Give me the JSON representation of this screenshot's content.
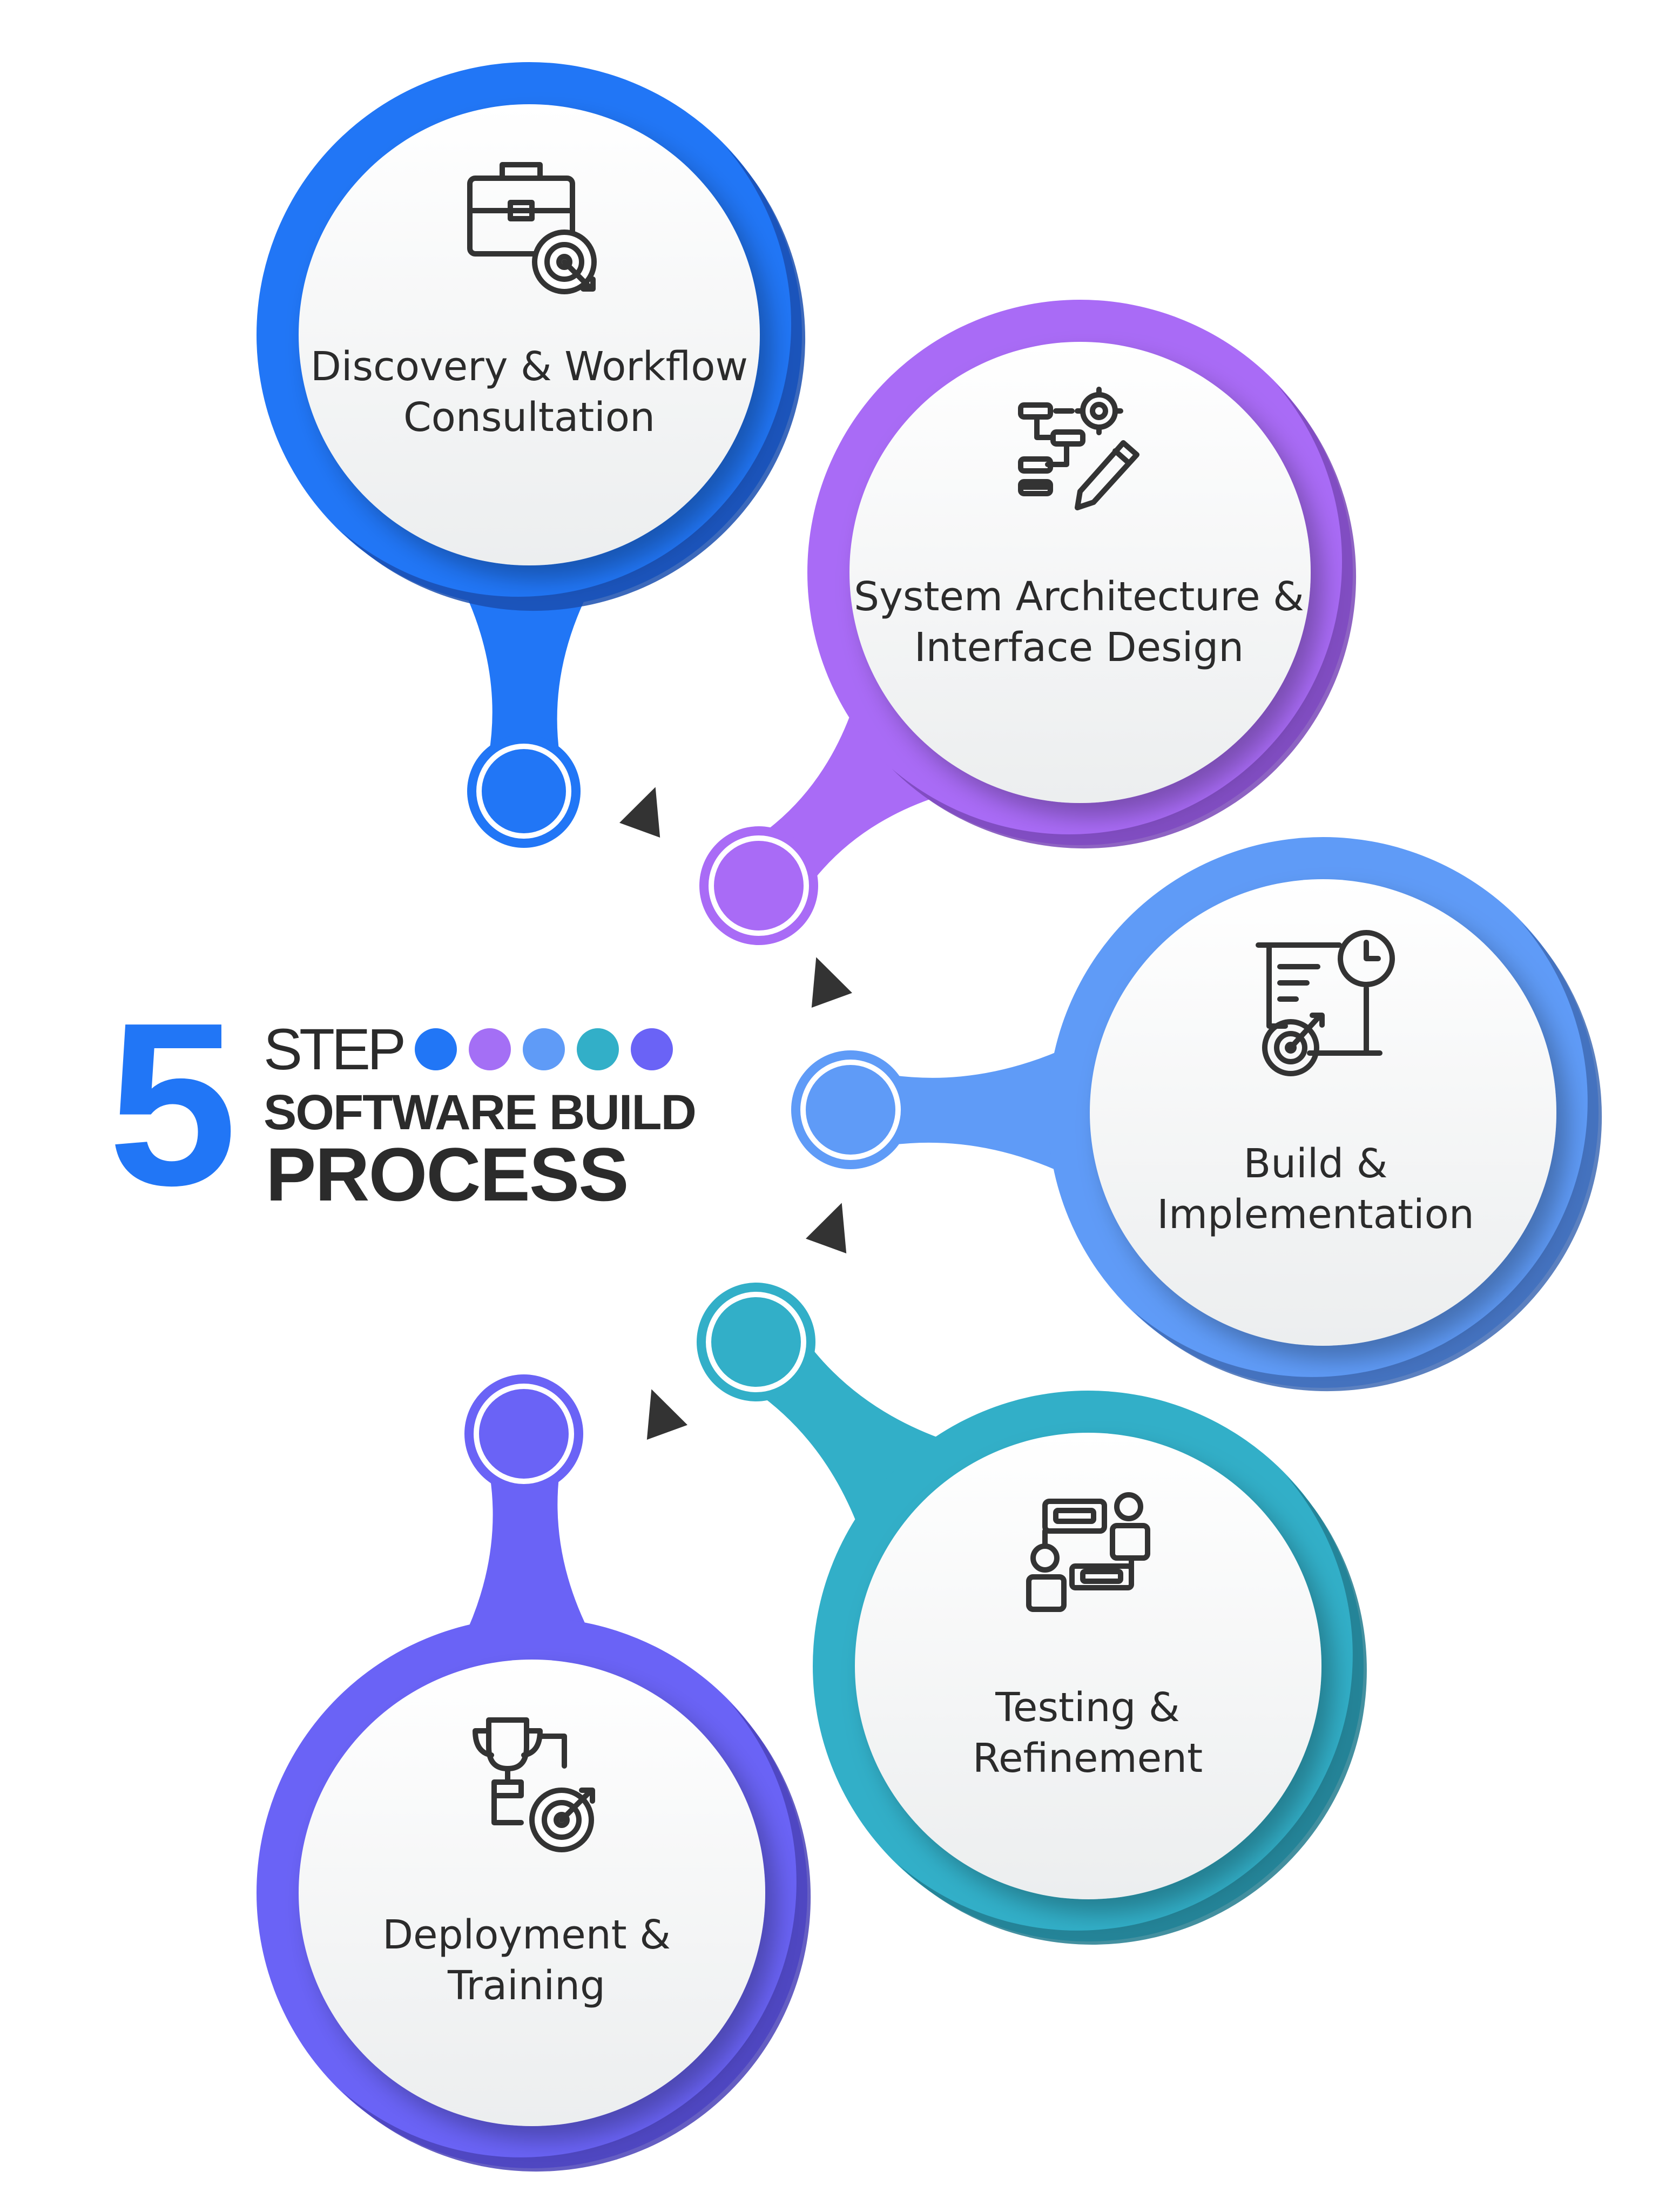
{
  "title": {
    "number": "5",
    "line1": "STEP",
    "line2": "SOFTWARE BUILD",
    "line3": "PROCESS",
    "dot_colors": [
      "#2176f6",
      "#a46ff5",
      "#5f9bf7",
      "#32afc8",
      "#6a63f6"
    ],
    "number_color": "#2176f6"
  },
  "steps": [
    {
      "label_lines": [
        "Discovery & Workflow",
        "Consultation"
      ],
      "icon": "briefcase-target-icon",
      "color": "#2176f6",
      "shade": "#1a4fb0"
    },
    {
      "label_lines": [
        "System Architecture &",
        "Interface Design"
      ],
      "icon": "flowchart-gear-pencil-icon",
      "color": "#a96bf6",
      "shade": "#7a48b8"
    },
    {
      "label_lines": [
        "Build &",
        "Implementation"
      ],
      "icon": "presentation-clock-target-icon",
      "color": "#5f9bf7",
      "shade": "#3f6bb5"
    },
    {
      "label_lines": [
        "Testing &",
        "Refinement"
      ],
      "icon": "team-workflow-icon",
      "color": "#32afc8",
      "shade": "#227d8f"
    },
    {
      "label_lines": [
        "Deployment &",
        "Training"
      ],
      "icon": "trophy-target-icon",
      "color": "#6a63f6",
      "shade": "#4a42b8"
    }
  ],
  "connector_arrow_color": "#333333"
}
